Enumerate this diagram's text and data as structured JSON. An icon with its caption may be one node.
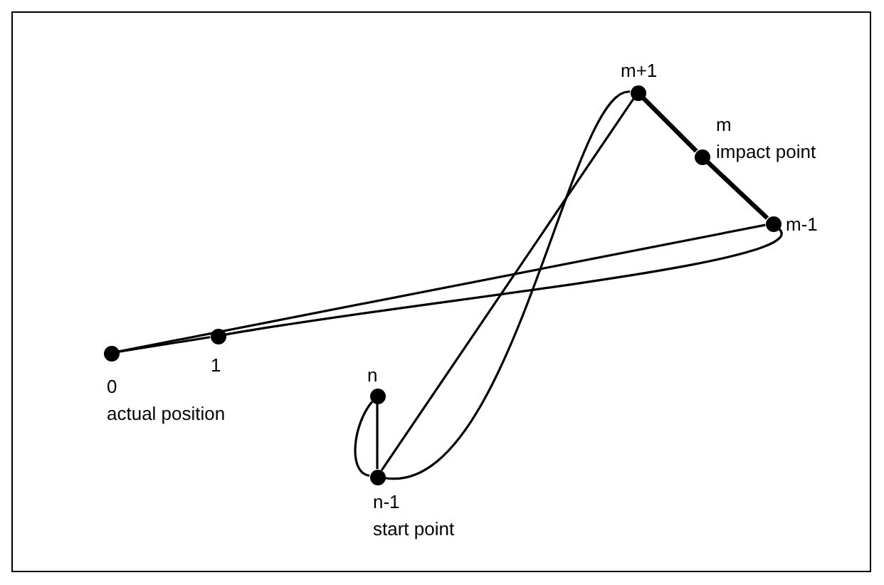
{
  "diagram": {
    "nodes": [
      {
        "text": [],
        "shape": "circle",
        "beside": [
          "m+1"
        ]
      },
      {
        "text": [],
        "shape": "circle",
        "beside": [
          "m",
          "impact point"
        ]
      },
      {
        "text": [],
        "shape": "circle",
        "beside": [
          "m-1"
        ]
      },
      {
        "text": [],
        "shape": "circle",
        "beside": [
          "0",
          "actual position"
        ]
      },
      {
        "text": [],
        "shape": "circle",
        "beside": [
          "1"
        ]
      },
      {
        "text": [],
        "shape": "circle",
        "beside": [
          "n"
        ]
      },
      {
        "text": [],
        "shape": "circle",
        "beside": [
          "n-1",
          "start point"
        ]
      }
    ],
    "edges": [
      {
        "from": 5,
        "to": 6,
        "arrow": "none"
      },
      {
        "from": 5,
        "to": 6,
        "arrow": "none"
      },
      {
        "from": 6,
        "to": 0,
        "arrow": "none"
      },
      {
        "from": 6,
        "to": 0,
        "arrow": "none"
      },
      {
        "from": 0,
        "to": 1,
        "arrow": "none",
        "style": "thick"
      },
      {
        "from": 1,
        "to": 2,
        "arrow": "none",
        "style": "thick"
      },
      {
        "from": 2,
        "to": 3,
        "arrow": "none"
      },
      {
        "from": 2,
        "to": 4,
        "arrow": "none"
      },
      {
        "from": 4,
        "to": 3,
        "arrow": "none"
      }
    ]
  }
}
